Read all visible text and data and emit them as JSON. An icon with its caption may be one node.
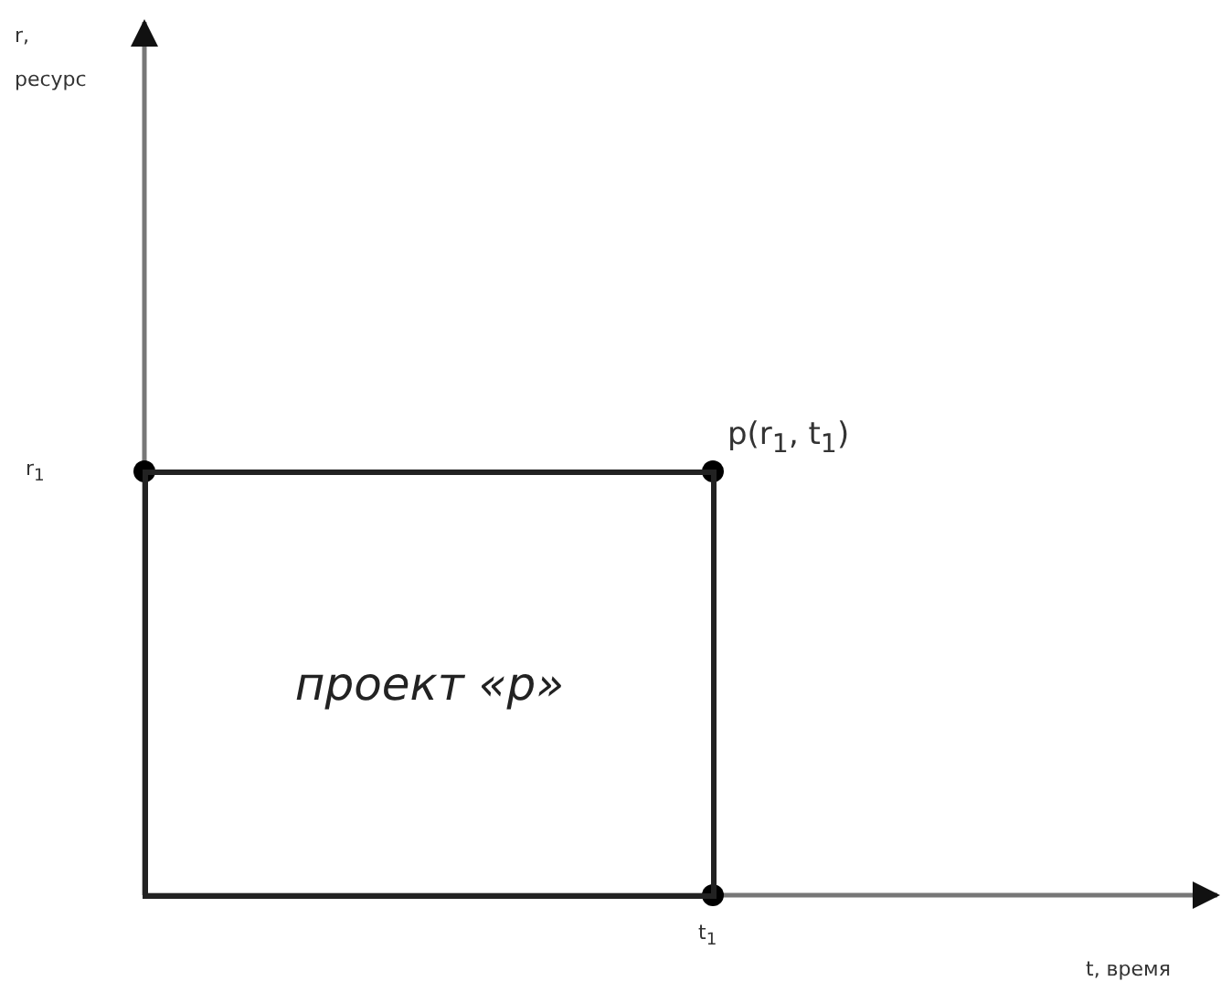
{
  "diagram": {
    "nodes": [
      {
        "text": [
          "проект «р»"
        ]
      }
    ],
    "labels": [
      "r,",
      "ресурс",
      "r$_{1}$",
      "p(r$_{1}$, t$_{1}$)",
      "t$_{1}$",
      "t, время"
    ]
  }
}
